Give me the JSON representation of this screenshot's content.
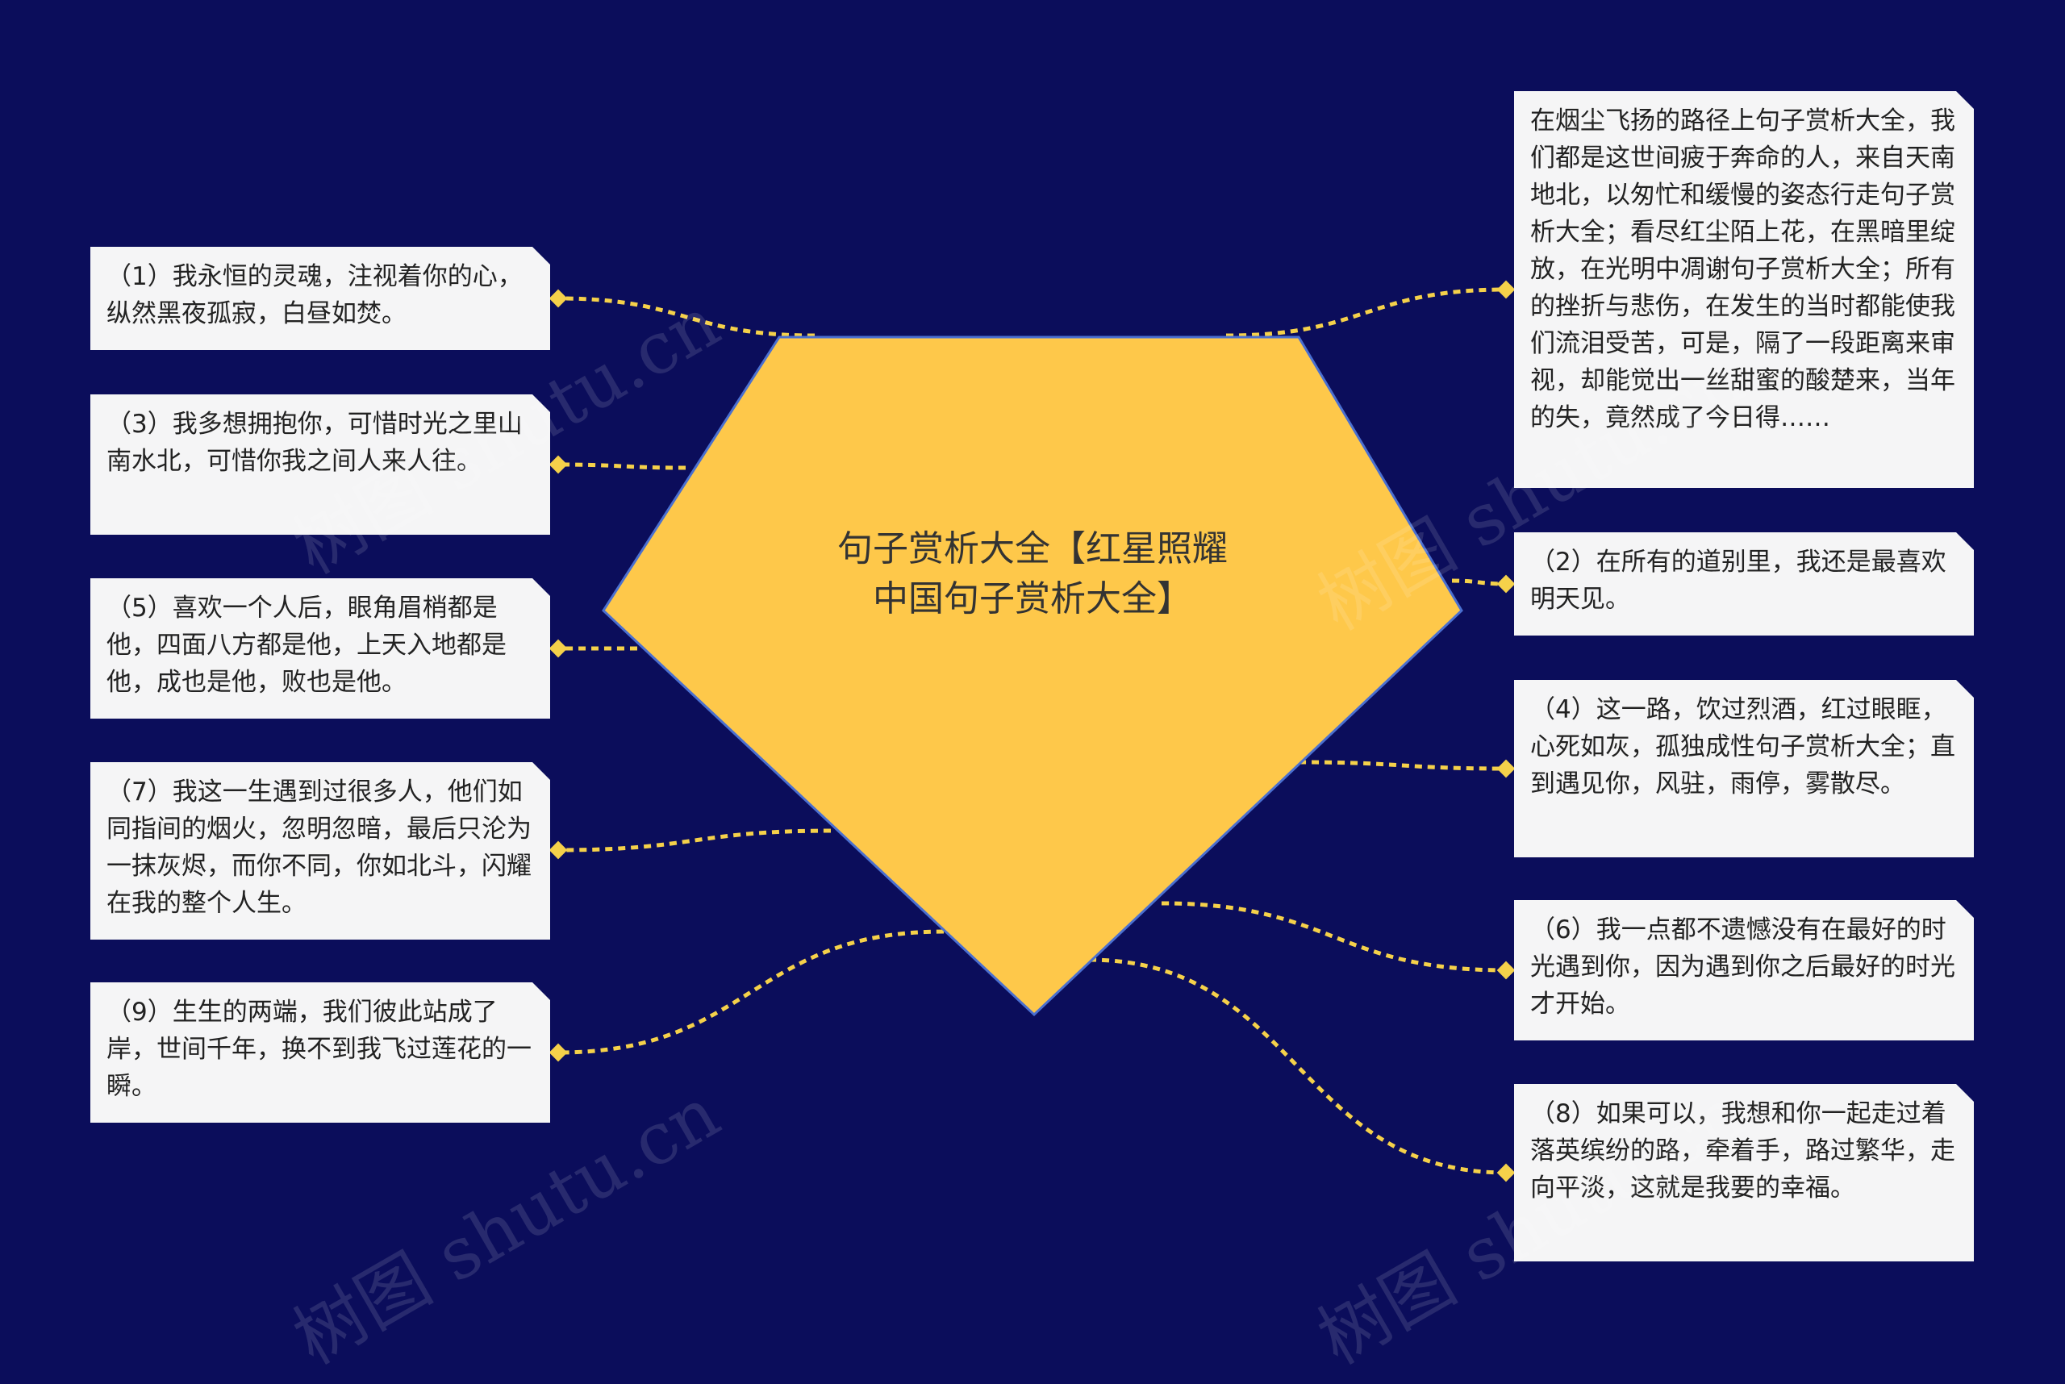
{
  "colors": {
    "background": "#0b0d5b",
    "center_fill": "#fec84a",
    "connector": "#f5d14a",
    "node_fill": "#f5f5f6"
  },
  "center": {
    "title_line1": "句子赏析大全【红星照耀",
    "title_line2": "中国句子赏析大全】"
  },
  "left_nodes": [
    {
      "text": "（1）我永恒的灵魂，注视着你的心，纵然黑夜孤寂，白昼如焚。"
    },
    {
      "text": "（3）我多想拥抱你，可惜时光之里山南水北，可惜你我之间人来人往。"
    },
    {
      "text": "（5）喜欢一个人后，眼角眉梢都是他，四面八方都是他，上天入地都是他，成也是他，败也是他。"
    },
    {
      "text": "（7）我这一生遇到过很多人，他们如同指间的烟火，忽明忽暗，最后只沦为一抹灰烬，而你不同，你如北斗，闪耀在我的整个人生。"
    },
    {
      "text": "（9）生生的两端，我们彼此站成了岸，世间千年，换不到我飞过莲花的一瞬。"
    }
  ],
  "right_nodes": [
    {
      "text": "在烟尘飞扬的路径上句子赏析大全，我们都是这世间疲于奔命的人，来自天南地北，以匆忙和缓慢的姿态行走句子赏析大全；看尽红尘陌上花，在黑暗里绽放，在光明中凋谢句子赏析大全；所有的挫折与悲伤，在发生的当时都能使我们流泪受苦，可是，隔了一段距离来审视，却能觉出一丝甜蜜的酸楚来，当年的失，竟然成了今日得……"
    },
    {
      "text": "（2）在所有的道别里，我还是最喜欢明天见。"
    },
    {
      "text": "（4）这一路，饮过烈酒，红过眼眶，心死如灰，孤独成性句子赏析大全；直到遇见你，风驻，雨停，雾散尽。"
    },
    {
      "text": "（6）我一点都不遗憾没有在最好的时光遇到你，因为遇到你之后最好的时光才开始。"
    },
    {
      "text": "（8）如果可以，我想和你一起走过着落英缤纷的路，牵着手，路过繁华，走向平淡，这就是我要的幸福。"
    }
  ],
  "watermark": "树图 shutu.cn"
}
